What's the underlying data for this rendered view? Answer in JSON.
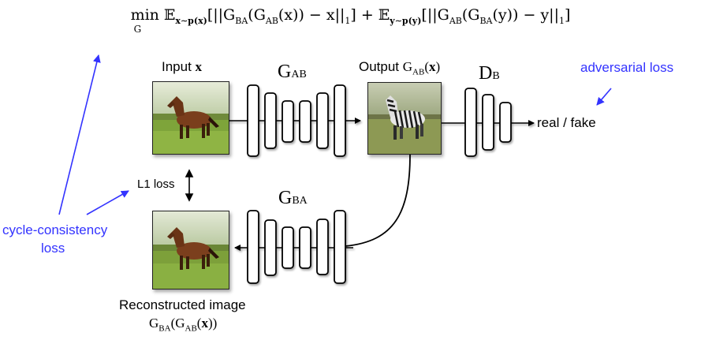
{
  "formula": {
    "min": "min",
    "min_sub": "G",
    "part1": "𝔼",
    "sub1": "x∼p(x)",
    "part2": "[||G",
    "ba": "BA",
    "part3": "(G",
    "ab": "AB",
    "part4": "(x)) − x||",
    "one": "1",
    "part5": "] + 𝔼",
    "sub2": "y∼p(y)",
    "part6": "[||G",
    "ab2": "AB",
    "part7": "(G",
    "ba2": "BA",
    "part8": "(y)) − y||",
    "one2": "1",
    "part9": "]"
  },
  "labels": {
    "input": "Input ",
    "input_var": "x",
    "output": "Output ",
    "output_fn": "G",
    "output_sub": "AB",
    "output_arg_open": "(",
    "output_var": "x",
    "output_arg_close": ")",
    "gab_main": "G",
    "gab_sub": "AB",
    "db_main": "D",
    "db_sub": "B",
    "gba_main": "G",
    "gba_sub": "BA",
    "real_fake": "real / fake",
    "adversarial_loss": "adversarial loss",
    "l1_loss": "L1 loss",
    "cycle_consistency": "cycle-consistency",
    "loss": "loss",
    "reconstructed": "Reconstructed image",
    "recon_formula": "GBA(GAB(x))"
  },
  "colors": {
    "annotation_blue": "#3333ff"
  }
}
